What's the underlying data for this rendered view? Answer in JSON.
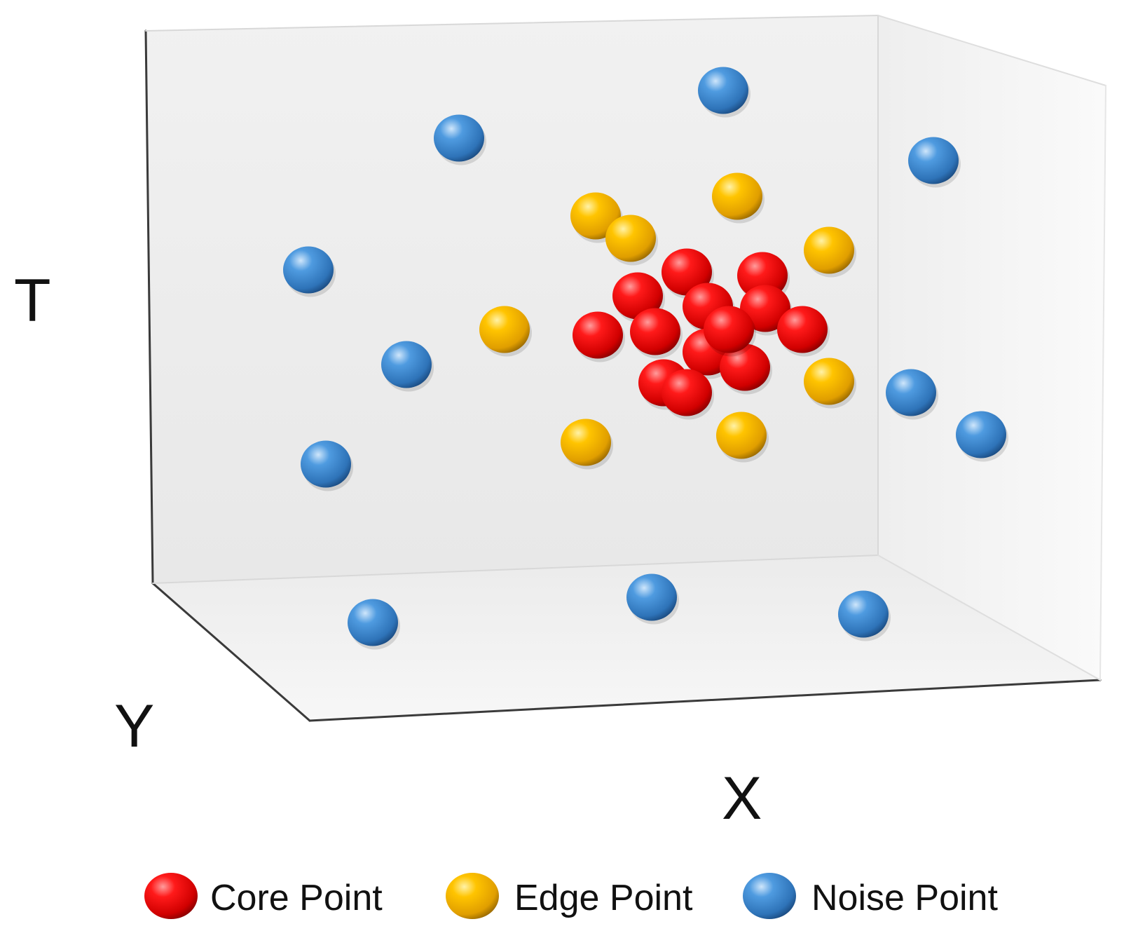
{
  "axes": {
    "x_label": "X",
    "y_label": "Y",
    "t_label": "T"
  },
  "legend": [
    {
      "key": "core",
      "label": "Core Point"
    },
    {
      "key": "edge",
      "label": "Edge Point"
    },
    {
      "key": "noise",
      "label": "Noise Point"
    }
  ],
  "colors": {
    "core": "#e80000",
    "edge": "#f2b300",
    "noise": "#3a8ad2",
    "panel_back": "#ececec",
    "panel_side": "#f3f3f3",
    "panel_floor": "#f0f0f0",
    "edge_line": "#3a3a3a"
  },
  "points": {
    "noise": 11,
    "edge": 8,
    "core": 13
  }
}
